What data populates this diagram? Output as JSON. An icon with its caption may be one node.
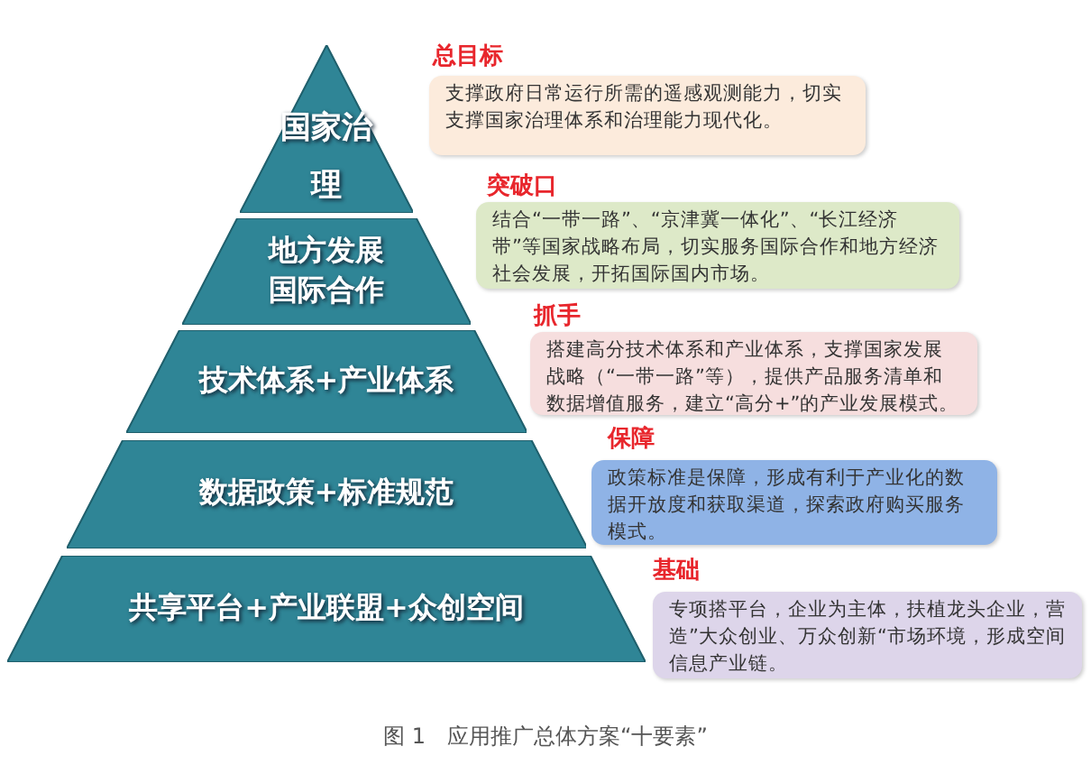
{
  "diagram": {
    "caption": "图 1　应用推广总体方案“十要素”",
    "nodes": [
      {
        "text": [
          "国家治理"
        ]
      },
      {
        "text": [
          "地方发展国际合作"
        ]
      },
      {
        "text": [
          "技术体系+产业体系"
        ]
      },
      {
        "text": [
          "数据政策+标准规范"
        ]
      },
      {
        "text": [
          "共享平台+产业联盟+众创空间"
        ]
      },
      {
        "text": [
          "总目标",
          "支撑政府日常运行所需的遥感观测能力，切实支撑国家治理体系和治理能力现代化。"
        ]
      },
      {
        "text": [
          "突破口",
          "结合“一带一路”、“京津冀一体化”、“长江经济带”等国家战略布局，切实服务国际合作和地方经济社会发展，开拓国际国内市场。"
        ]
      },
      {
        "text": [
          "抓手",
          "搭建高分技术体系和产业体系，支撑国家发展战略（“一带一路”等），提供产品服务清单和数据增值服务，建立“高分+”的产业发展模式。"
        ]
      },
      {
        "text": [
          "保障",
          "政策标准是保障，形成有利于产业化的数据开放度和获取渠道，探索政府购买服务模式。"
        ]
      },
      {
        "text": [
          "基础",
          "专项搭平台，企业为主体，扶植龙头企业，营造”大众创业、万众创新“市场环境，形成空间信息产业链。"
        ]
      }
    ]
  }
}
